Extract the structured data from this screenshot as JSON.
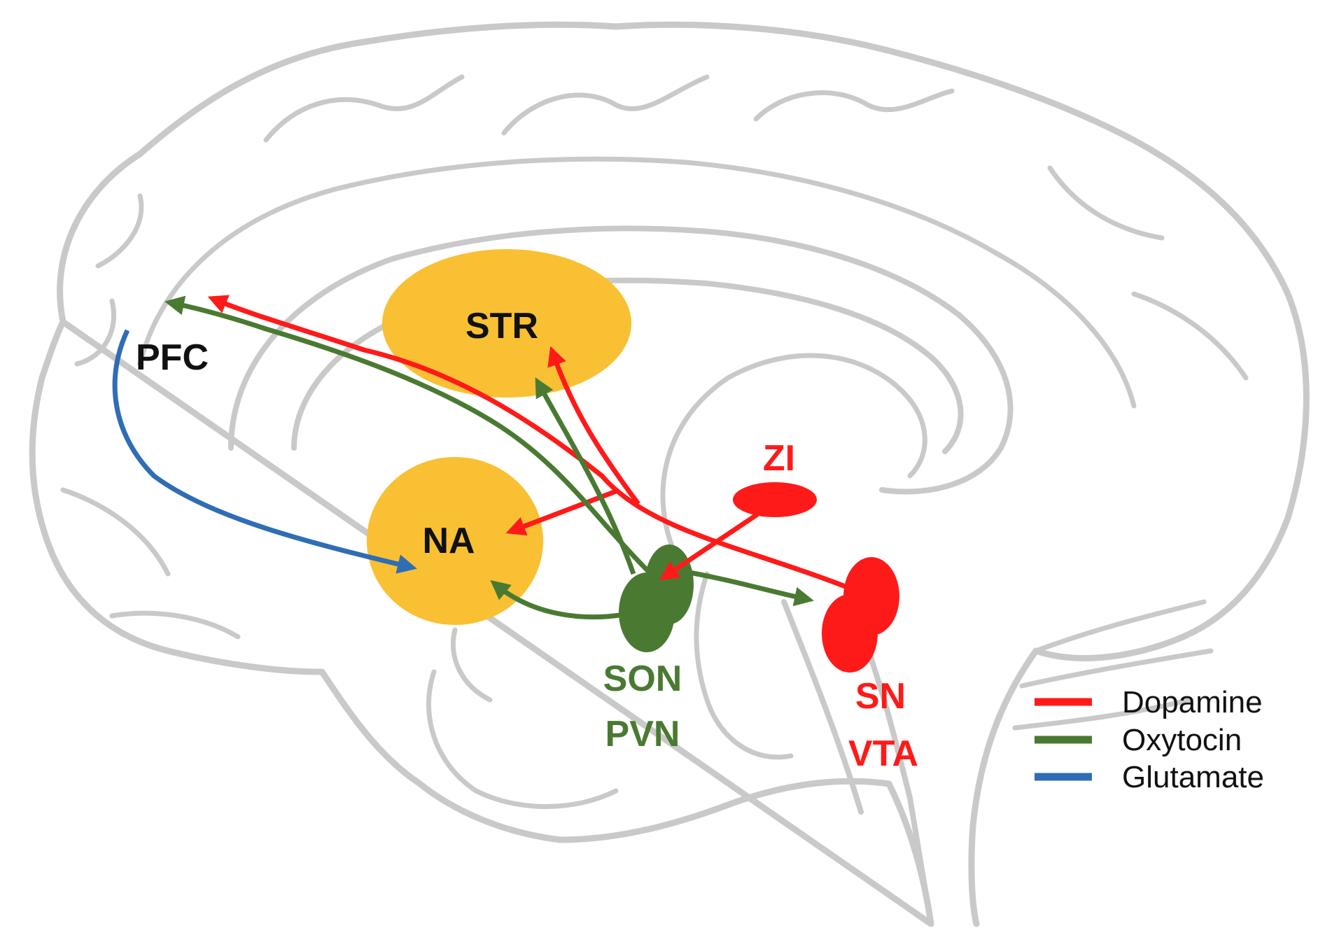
{
  "colors": {
    "dopamine": "#ff1a1a",
    "oxytocin": "#4a7a32",
    "glutamate": "#2f6db5",
    "region_fill": "#f9c033",
    "text_dark": "#111111",
    "brain_outline": "#c9c9c9"
  },
  "regions": {
    "pfc": "PFC",
    "str": "STR",
    "na": "NA",
    "zi": "ZI",
    "son": "SON",
    "pvn": "PVN",
    "sn": "SN",
    "vta": "VTA"
  },
  "legend": {
    "items": [
      {
        "key": "dopamine",
        "label": "Dopamine",
        "color": "#ff1a1a"
      },
      {
        "key": "oxytocin",
        "label": "Oxytocin",
        "color": "#4a7a32"
      },
      {
        "key": "glutamate",
        "label": "Glutamate",
        "color": "#2f6db5"
      }
    ]
  },
  "pathways": [
    {
      "from": "SN/VTA",
      "to": "PFC",
      "type": "dopamine"
    },
    {
      "from": "SN/VTA",
      "to": "STR",
      "type": "dopamine"
    },
    {
      "from": "SN/VTA",
      "to": "NA",
      "type": "dopamine"
    },
    {
      "from": "ZI",
      "to": "SON/PVN",
      "type": "dopamine"
    },
    {
      "from": "SON/PVN",
      "to": "PFC",
      "type": "oxytocin"
    },
    {
      "from": "SON/PVN",
      "to": "STR",
      "type": "oxytocin"
    },
    {
      "from": "SON/PVN",
      "to": "NA",
      "type": "oxytocin"
    },
    {
      "from": "SON/PVN",
      "to": "SN/VTA",
      "type": "oxytocin"
    },
    {
      "from": "PFC",
      "to": "NA",
      "type": "glutamate"
    }
  ]
}
